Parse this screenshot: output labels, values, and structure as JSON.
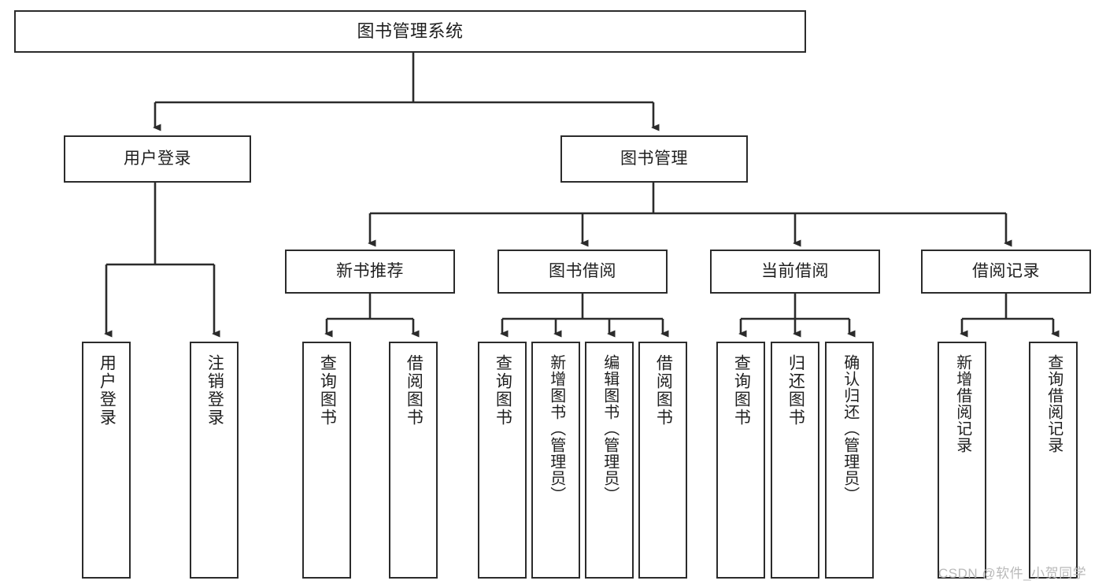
{
  "diagram": {
    "title": "图书管理系统",
    "type": "hierarchy-tree",
    "watermark": "CSDN @软件_小贺同学",
    "colors": {
      "box_border": "#2b2b2b",
      "box_fill": "#ffffff",
      "edge": "#2b2b2b",
      "text": "#1f1f1f",
      "watermark": "#b9b9b9"
    },
    "nodes": {
      "root": {
        "label": "图书管理系统",
        "level": 1
      },
      "level2": [
        {
          "id": "user-login",
          "label": "用户登录"
        },
        {
          "id": "book-manage",
          "label": "图书管理"
        }
      ],
      "level3": [
        {
          "id": "new-book-recommend",
          "label": "新书推荐",
          "parent": "book-manage"
        },
        {
          "id": "book-borrow",
          "label": "图书借阅",
          "parent": "book-manage"
        },
        {
          "id": "current-borrow",
          "label": "当前借阅",
          "parent": "book-manage"
        },
        {
          "id": "borrow-record",
          "label": "借阅记录",
          "parent": "book-manage"
        }
      ],
      "leaves": [
        {
          "id": "leaf-user-login",
          "label": "用户登录",
          "parent": "user-login"
        },
        {
          "id": "leaf-user-logout",
          "label": "注销登录",
          "parent": "user-login"
        },
        {
          "id": "leaf-query-book-1",
          "label": "查询图书",
          "parent": "new-book-recommend"
        },
        {
          "id": "leaf-borrow-book-1",
          "label": "借阅图书",
          "parent": "new-book-recommend"
        },
        {
          "id": "leaf-query-book-2",
          "label": "查询图书",
          "parent": "book-borrow"
        },
        {
          "id": "leaf-add-book",
          "label": "新增图书（管理员）",
          "parent": "book-borrow"
        },
        {
          "id": "leaf-edit-book",
          "label": "编辑图书（管理员）",
          "parent": "book-borrow"
        },
        {
          "id": "leaf-borrow-book-2",
          "label": "借阅图书",
          "parent": "book-borrow"
        },
        {
          "id": "leaf-query-book-3",
          "label": "查询图书",
          "parent": "current-borrow"
        },
        {
          "id": "leaf-return-book",
          "label": "归还图书",
          "parent": "current-borrow"
        },
        {
          "id": "leaf-confirm-return",
          "label": "确认归还（管理员）",
          "parent": "current-borrow"
        },
        {
          "id": "leaf-add-record",
          "label": "新增借阅记录",
          "parent": "borrow-record"
        },
        {
          "id": "leaf-query-record",
          "label": "查询借阅记录",
          "parent": "borrow-record"
        }
      ]
    }
  }
}
